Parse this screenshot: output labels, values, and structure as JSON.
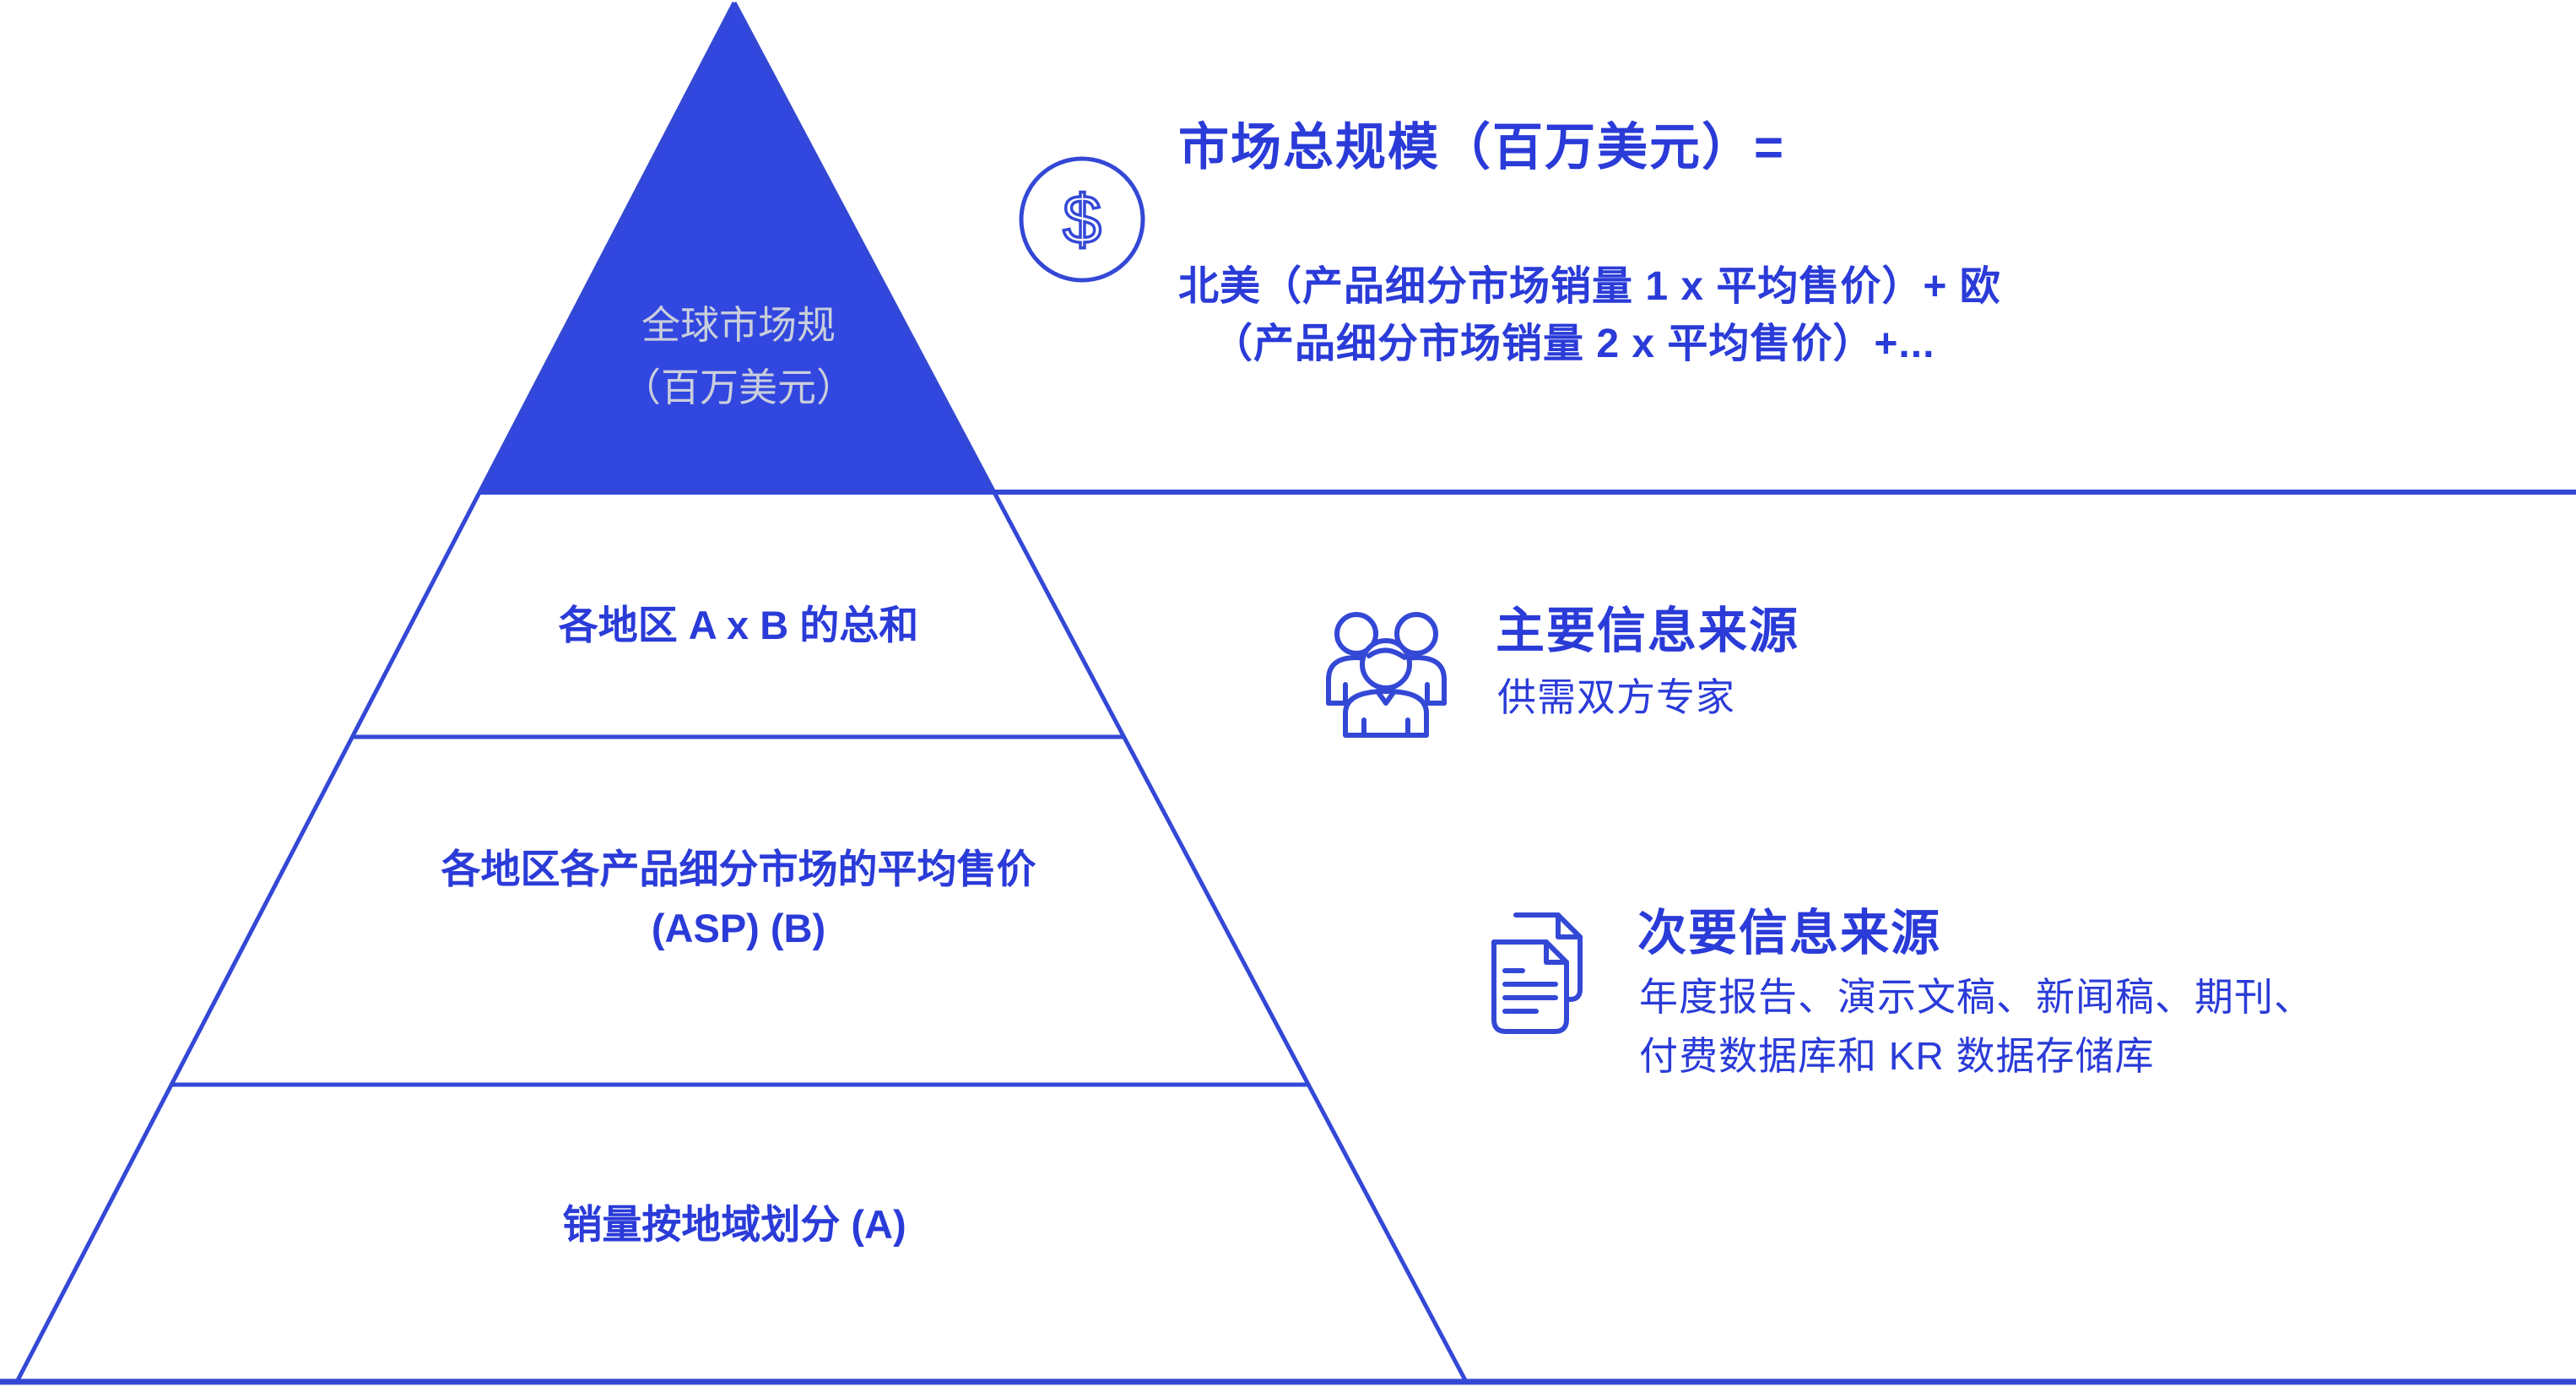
{
  "colors": {
    "primary_blue": "#2A3BD8",
    "pyramid_fill": "#3147DF",
    "line_blue": "#3448D6",
    "top_label_text": "#C9CEDC",
    "background": "#FFFFFF"
  },
  "pyramid": {
    "levels": [
      {
        "name": "global-market-size",
        "line1": "全球市场规",
        "line2": "（百万美元）"
      },
      {
        "name": "sum-axb",
        "label": "各地区 A x B 的总和"
      },
      {
        "name": "asp",
        "line1": "各地区各产品细分市场的平均售价",
        "line2": "(ASP) (B)"
      },
      {
        "name": "volume-by-region",
        "label": "销量按地域划分 (A)"
      }
    ]
  },
  "market_size": {
    "icon": "dollar-circle-icon",
    "icon_symbol": "$",
    "title": "市场总规模（百万美元）=",
    "formula_line1": "北美（产品细分市场销量 1 x 平均售价）+ 欧",
    "formula_line2": "（产品细分市场销量 2 x 平均售价）+..."
  },
  "primary_source": {
    "icon": "people-group-icon",
    "title": "主要信息来源",
    "description": "供需双方专家"
  },
  "secondary_source": {
    "icon": "documents-icon",
    "title": "次要信息来源",
    "description_line1": "年度报告、演示文稿、新闻稿、期刊、",
    "description_line2": "付费数据库和 KR 数据存储库"
  }
}
